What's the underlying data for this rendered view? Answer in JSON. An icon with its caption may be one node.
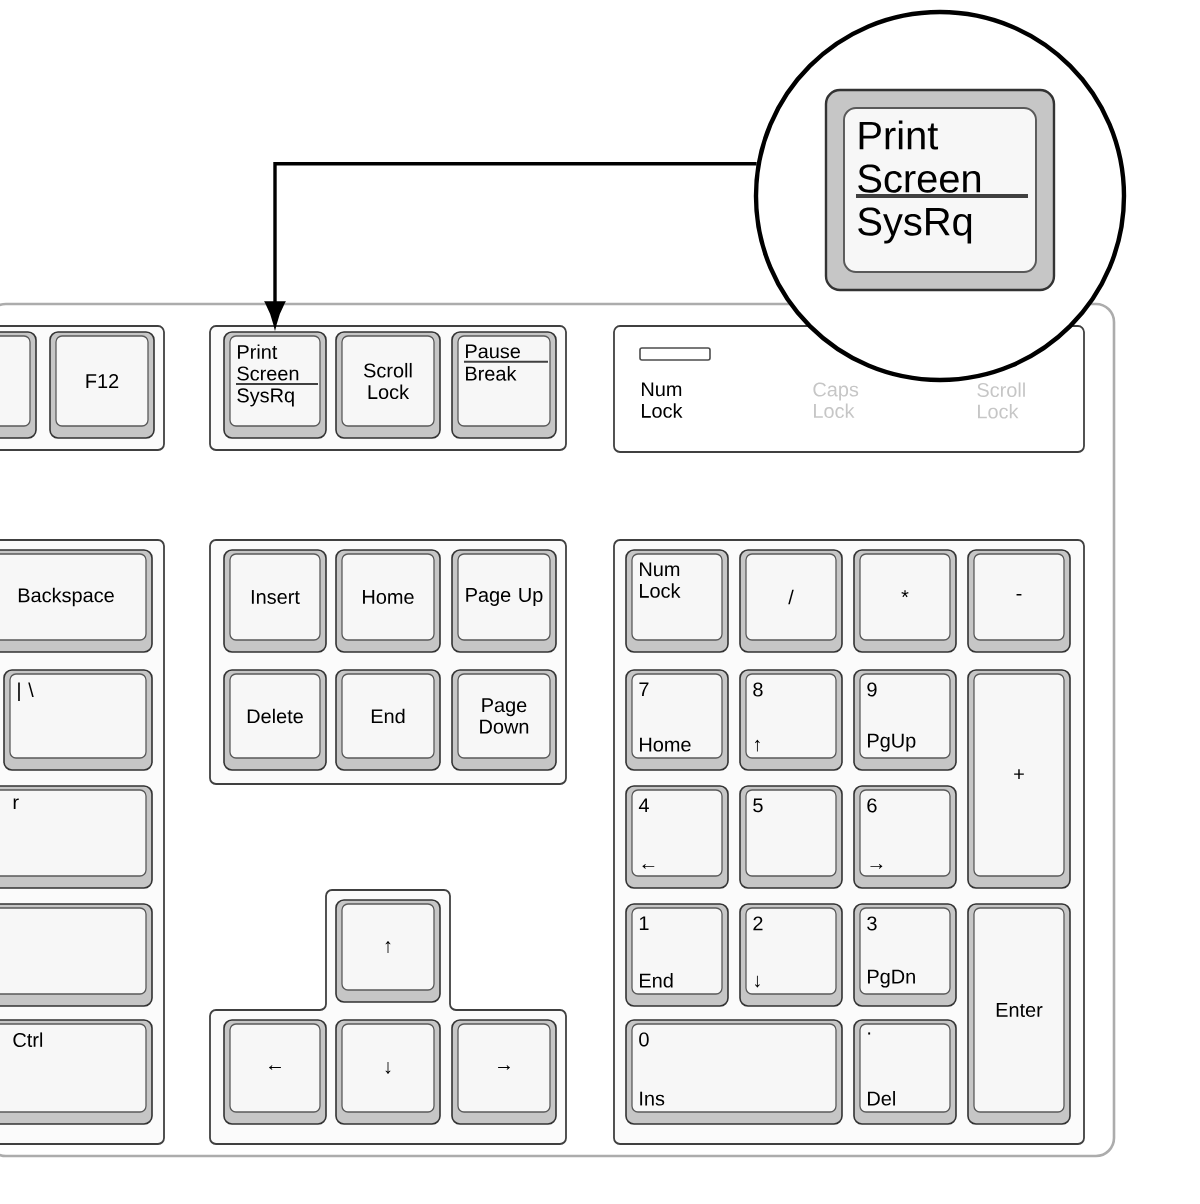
{
  "diagram": {
    "nodes": [
      {
        "text": [],
        "shape": "circle"
      },
      {
        "text": [
          "Print Screen",
          "SysRq"
        ],
        "in": 0
      },
      {
        "text": [],
        "shape": "box"
      },
      {
        "text": [],
        "shape": "box",
        "in": 2
      },
      {
        "text": [],
        "shape": "box",
        "in": 3
      },
      {
        "text": [
          "F12"
        ],
        "in": 3
      },
      {
        "text": [],
        "shape": "box",
        "in": 2
      },
      {
        "text": [
          "Print Screen",
          "SysRq"
        ],
        "in": 6
      },
      {
        "text": [
          "Scroll Lock"
        ],
        "in": 6
      },
      {
        "text": [
          "Pause",
          "Break"
        ],
        "in": 6
      },
      {
        "text": [
          "Num Lock",
          "Caps Lock",
          "Scroll Lock"
        ],
        "in": 2
      },
      {
        "text": [],
        "shape": "box",
        "in": 2
      },
      {
        "text": [
          "Backspace"
        ],
        "in": 11
      },
      {
        "text": [
          "| \\"
        ],
        "in": 11
      },
      {
        "text": [
          "r"
        ],
        "in": 11
      },
      {
        "text": [],
        "shape": "box",
        "in": 11
      },
      {
        "text": [
          "Ctrl"
        ],
        "in": 11
      },
      {
        "text": [],
        "shape": "box",
        "in": 2
      },
      {
        "text": [
          "Insert"
        ],
        "in": 17
      },
      {
        "text": [
          "Home"
        ],
        "in": 17
      },
      {
        "text": [
          "Page Up"
        ],
        "in": 17
      },
      {
        "text": [
          "Delete"
        ],
        "in": 17
      },
      {
        "text": [
          "End"
        ],
        "in": 17
      },
      {
        "text": [
          "Page Down"
        ],
        "in": 17
      },
      {
        "text": [],
        "shape": "box",
        "in": 2
      },
      {
        "text": [
          "↑"
        ],
        "in": 24
      },
      {
        "text": [
          "←"
        ],
        "in": 24
      },
      {
        "text": [
          "↓"
        ],
        "in": 24
      },
      {
        "text": [
          "→"
        ],
        "in": 24
      },
      {
        "text": [],
        "shape": "box",
        "in": 2
      },
      {
        "text": [
          "Num Lock"
        ],
        "in": 29
      },
      {
        "text": [
          "/"
        ],
        "in": 29
      },
      {
        "text": [
          "*"
        ],
        "in": 29
      },
      {
        "text": [
          "-"
        ],
        "in": 29
      },
      {
        "text": [
          "7",
          "Home"
        ],
        "in": 29
      },
      {
        "text": [
          "8",
          "↑"
        ],
        "in": 29
      },
      {
        "text": [
          "9",
          "PgUp"
        ],
        "in": 29
      },
      {
        "text": [
          "+"
        ],
        "in": 29
      },
      {
        "text": [
          "4",
          "←"
        ],
        "in": 29
      },
      {
        "text": [
          "5"
        ],
        "in": 29
      },
      {
        "text": [
          "6",
          "→"
        ],
        "in": 29
      },
      {
        "text": [
          "1",
          "End"
        ],
        "in": 29
      },
      {
        "text": [
          "2",
          "↓"
        ],
        "in": 29
      },
      {
        "text": [
          "3",
          "PgDn"
        ],
        "in": 29
      },
      {
        "text": [
          "Enter"
        ],
        "in": 29
      },
      {
        "text": [
          "0",
          "Ins"
        ],
        "in": 29
      },
      {
        "text": [
          ".",
          "Del"
        ],
        "in": 29
      }
    ],
    "edges": [
      {
        "from": 0,
        "to": 7,
        "arrow": "to"
      }
    ]
  }
}
